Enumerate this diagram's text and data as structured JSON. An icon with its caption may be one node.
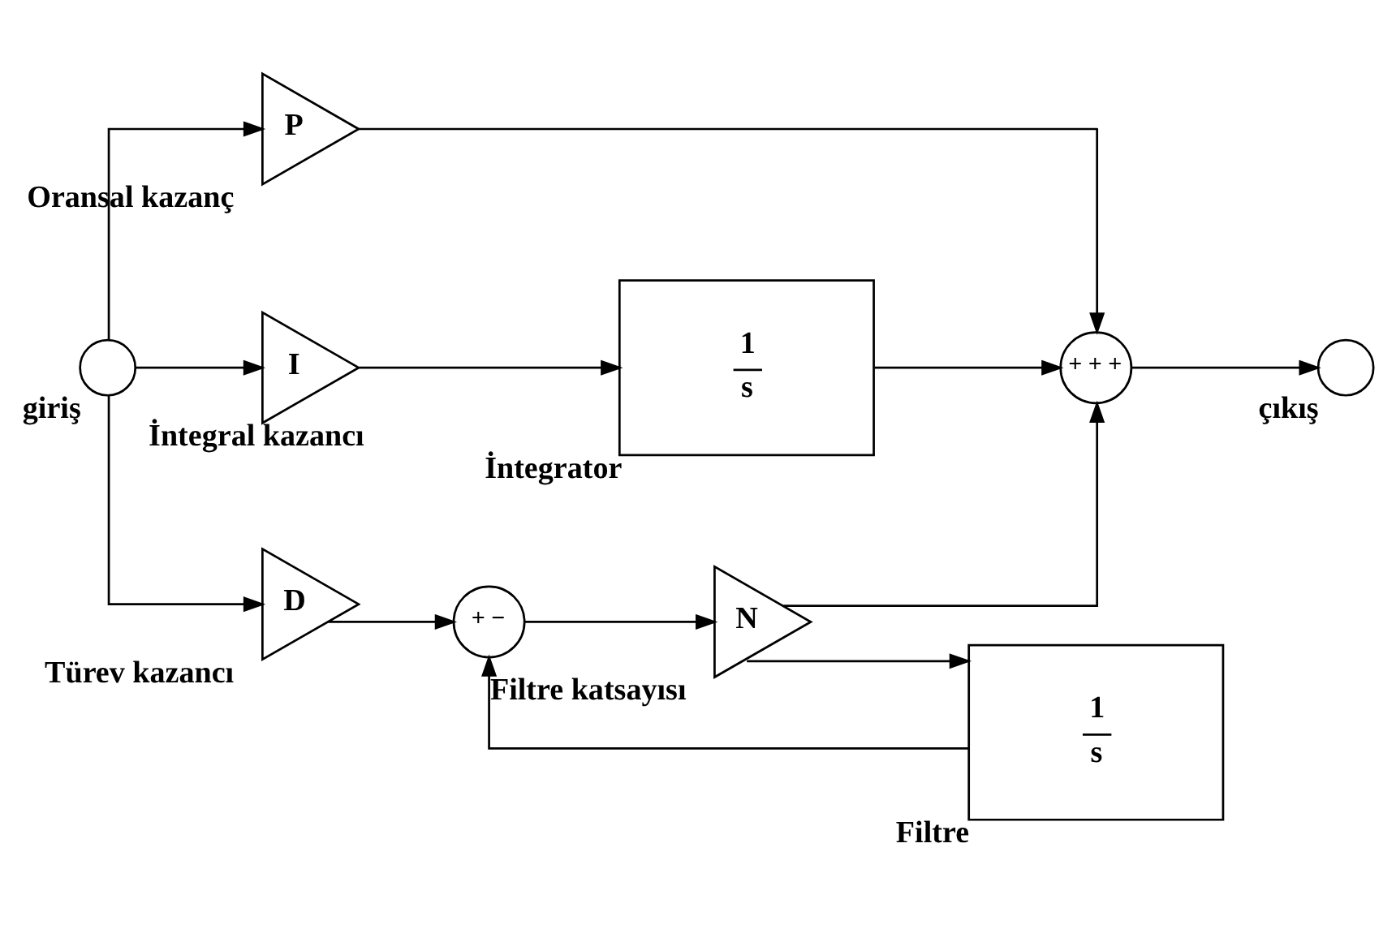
{
  "diagram": {
    "nodes": [
      {
        "text": [],
        "shape": "circle",
        "beside": [
          "giriş"
        ]
      },
      {
        "text": [
          "P"
        ],
        "beside": [
          "Oransal kazanç"
        ]
      },
      {
        "text": [
          "I"
        ],
        "beside": [
          "İntegral kazancı"
        ]
      },
      {
        "text": [
          "D"
        ],
        "beside": [
          "Türev kazancı"
        ]
      },
      {
        "text": [
          "1",
          "s"
        ],
        "beside": [
          "İntegrator"
        ]
      },
      {
        "text": [
          "+ + +"
        ]
      },
      {
        "text": [],
        "shape": "circle",
        "beside": [
          "çıkış"
        ]
      },
      {
        "text": [
          "+ −"
        ]
      },
      {
        "text": [
          "N"
        ],
        "beside": [
          "Filtre katsayısı"
        ]
      },
      {
        "text": [
          "1",
          "s"
        ],
        "beside": [
          "Filtre"
        ]
      }
    ],
    "edges": [
      {
        "from": 0,
        "to": 1,
        "arrow": "to"
      },
      {
        "from": 0,
        "to": 2,
        "arrow": "to"
      },
      {
        "from": 0,
        "to": 3,
        "arrow": "to"
      },
      {
        "from": 1,
        "to": 5,
        "arrow": "to"
      },
      {
        "from": 2,
        "to": 4,
        "arrow": "to"
      },
      {
        "from": 4,
        "to": 5,
        "arrow": "to"
      },
      {
        "from": 5,
        "to": 6,
        "arrow": "to"
      },
      {
        "from": 3,
        "to": 7,
        "arrow": "to"
      },
      {
        "from": 7,
        "to": 8,
        "arrow": "to"
      },
      {
        "from": 8,
        "to": 5,
        "arrow": "to"
      },
      {
        "from": 8,
        "to": 9,
        "arrow": "to"
      },
      {
        "from": 9,
        "to": 7,
        "arrow": "to"
      }
    ]
  }
}
